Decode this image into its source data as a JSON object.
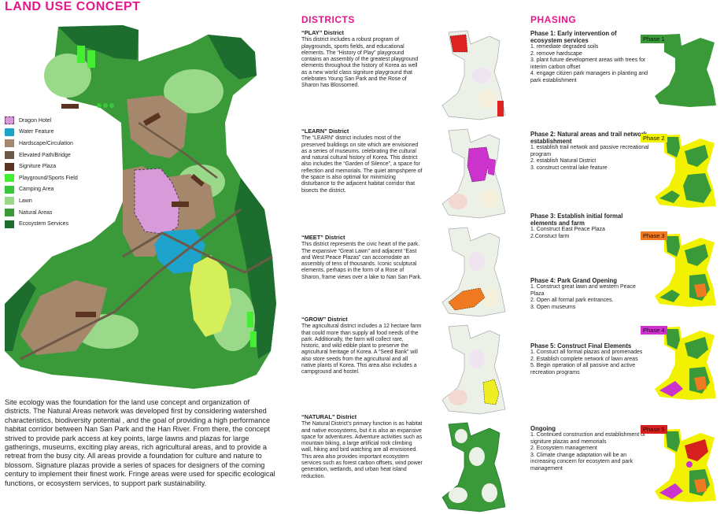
{
  "page_title": "LAND USE CONCEPT",
  "legend": [
    {
      "label": "Dragon Hotel",
      "color": "#d99ad9"
    },
    {
      "label": "Water Feature",
      "color": "#1ea3cc"
    },
    {
      "label": "Hardscape/Circulation",
      "color": "#a5876c"
    },
    {
      "label": "Elevated Path/Bridge",
      "color": "#6b5a48"
    },
    {
      "label": "Signiture Plaza",
      "color": "#5a3420"
    },
    {
      "label": "Playground/Sports Field",
      "color": "#44ee33"
    },
    {
      "label": "Camping Area",
      "color": "#38c83a"
    },
    {
      "label": "Lawn",
      "color": "#9ad98a"
    },
    {
      "label": "Natural Areas",
      "color": "#3a9a3a"
    },
    {
      "label": "Ecosystem Services",
      "color": "#1d6e2e"
    }
  ],
  "description": "Site ecology was the foundation for the land use concept and organization of districts. The Natural Areas network was developed first by considering watershed characteristics, biodiversity potential , and the goal of providing a high performance habitat corridor between Nan San Park and the Han River.  From there, the concept strived to provide park access at key points, large lawns and plazas for large gatherings, museums, exciting play areas, rich agricultural areas, and to provide a retreat from the busy city.  All areas provide a foundation for culture and nature to blossom.  Signature plazas provide a series of spaces for designers of the coming century to implement their finest work.  Fringe areas were used for specific ecological functions, or ecosystem services, to support park sustainability.",
  "districts_title": "DISTRICTS",
  "districts": [
    {
      "title": "“PLAY” District",
      "text": "This district includes a robust program of playgrounds, sports fields, and educational elements. The “History of Play” playground contains an assembly of the greatest playground elements throughout the history of Korea as well as a new world class signiture playground that celebrates Young San Park and the Rose of Sharon has Blossomed."
    },
    {
      "title": "“LEARN” District",
      "text": "The “LEARN” district includes most of the preserved buildings on site which are envisioned as a series of museums. celebrating the cultural and natural cultural history of Korea. This district also includes the “Garden of Silence”, a space for reflection and memorials. The quiet atmpshpere of the space is also optimal for minimizing disturbance to the adjacent habitat corridor that bisects the district."
    },
    {
      "title": "“MEET” District",
      "text": "This district represents the civic heart of the park. The expansive “Great Lawn” and adjacent “East and West Peace Plazas” can accomodate an assembly of tens of thousands. Iconic sculptural elements, perhaps in the form of a Rose of Sharon, frame views over a lake to Nan San Park."
    },
    {
      "title": "“GROW” District",
      "text": "The agricultural district includes a 12 hectare farm that could more than supply all food needs of the park. Additionally, the farm will collect rare, historic, and wild edible plant to preserve the agricultural heritage of Korea. A “Seed Bank” will also store seeds from the agricultural and all native plants of Korea. This area also includes a campground and hostel."
    },
    {
      "title": "“NATURAL” District",
      "text": "The Natural District’s primary function is as habitat and native ecosystems, but it is also an expansive space for adventures. Adventure activities such as mountain biking, a large artificial rock climbing wall, hiking and bird watching are all envisioned. This area also provides important ecosystem services such as forest carbon offsets, wind power generation, wetlands, and urban heat island reduction."
    }
  ],
  "phasing_title": "PHASING",
  "phases": [
    {
      "title": "Phase 1:  Early intervention of ecosystem services",
      "items": [
        "1. remediate degraded soils",
        "2. remove hardscape",
        "3. plant future development areas with trees for interim carbon offset",
        "4. engage citizen park managers in planting and park establishment"
      ],
      "tag": "Phase 1",
      "tag_color": "#3a9a3a"
    },
    {
      "title": "Phase 2:  Natural areas and trail network establishment",
      "items": [
        "1. establish trail netwok and passive recreational program",
        "2. establish Natural District",
        "3. construct central lake feature"
      ],
      "tag": "Phase 2",
      "tag_color": "#f2f200"
    },
    {
      "title": "Phase 3:  Establish initial formal elements and farm",
      "items": [
        "1. Construct East Peace Plaza",
        "2.Constuct farm"
      ],
      "tag": "Phase 3",
      "tag_color": "#f07a22"
    },
    {
      "title": "Phase 4:  Park Grand Opening",
      "items": [
        "1.  Construct great lawn and western Peace Plaza",
        "2. Open all formal park entrances.",
        "3. Open museums"
      ],
      "tag": "Phase 4",
      "tag_color": "#cc33cc"
    },
    {
      "title": "Phase 5:  Construct Final Elements",
      "items": [
        "1. Constuct all formal plazas and promenades",
        "2. Establish complete network of lawn areas",
        "5. Begin operation of all passive and active recreation programs"
      ],
      "tag": "",
      "tag_color": ""
    },
    {
      "title": "Ongoing",
      "items": [
        "1. Continued construction and establishment of signiture plazas and memorials",
        "2. Ecosystem management",
        "3. Climate change adaptation will be an increasing concern for ecosytem and park management"
      ],
      "tag": "Phase 5",
      "tag_color": "#d62020"
    }
  ]
}
